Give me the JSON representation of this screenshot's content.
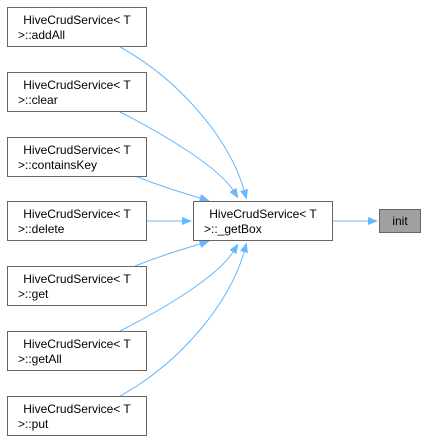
{
  "colors": {
    "edge": "#63b8ff",
    "node_border": "#666666",
    "highlight_fill": "#a0a0a0"
  },
  "callers": [
    {
      "line1": "HiveCrudService< T",
      "line2": ">::addAll"
    },
    {
      "line1": "HiveCrudService< T",
      "line2": ">::clear"
    },
    {
      "line1": "HiveCrudService< T",
      "line2": ">::containsKey"
    },
    {
      "line1": "HiveCrudService< T",
      "line2": ">::delete"
    },
    {
      "line1": "HiveCrudService< T",
      "line2": ">::get"
    },
    {
      "line1": "HiveCrudService< T",
      "line2": ">::getAll"
    },
    {
      "line1": "HiveCrudService< T",
      "line2": ">::put"
    }
  ],
  "center": {
    "line1": "HiveCrudService< T",
    "line2": ">::_getBox"
  },
  "target": {
    "label": "init"
  }
}
